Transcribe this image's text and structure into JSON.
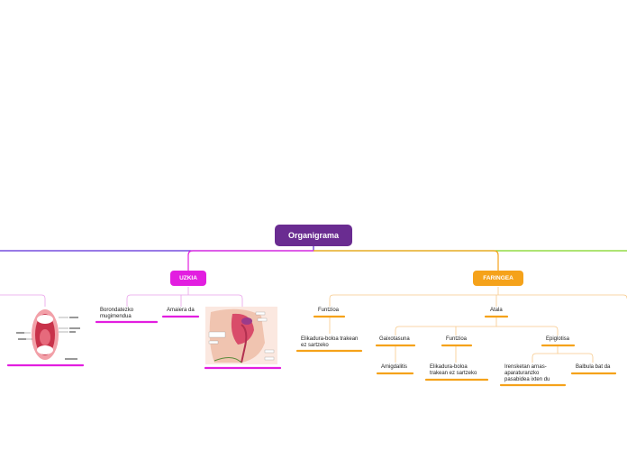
{
  "colors": {
    "root": "#6a2c91",
    "left_branch_line": "#5b2bd6",
    "uzkia": "#e21ee0",
    "faringea": "#f5a21a",
    "right_branch_line": "#7ed321"
  },
  "root": {
    "label": "Organigrama"
  },
  "uzkia": {
    "label": "UZKIA",
    "children": [
      {
        "label": "Borondatezko mugimendua"
      },
      {
        "label": "Amaiera da"
      }
    ],
    "images": [
      {
        "icon": "mouth-anatomy-image",
        "caption": ""
      },
      {
        "icon": "pharynx-anatomy-image",
        "caption": ""
      }
    ]
  },
  "faringea": {
    "label": "FARINGEA",
    "funtzioa": {
      "label": "Funtzioa",
      "child": "Elikadura-boloa trakean ez sartzeko"
    },
    "atala": {
      "label": "Atala",
      "gaixotasuna": {
        "label": "Gaixotasuna",
        "child": "Amigdalitis"
      },
      "funtzioa": {
        "label": "Funtzioa",
        "child": "Elikadura-boloa trakean ez sartzeko"
      },
      "epiglotisa": {
        "label": "Epiglotisa",
        "children": [
          {
            "label": "Irensketan arnas-aparaturanzko pasabidea ixten du"
          },
          {
            "label": "Balbula bat da"
          }
        ]
      }
    }
  }
}
